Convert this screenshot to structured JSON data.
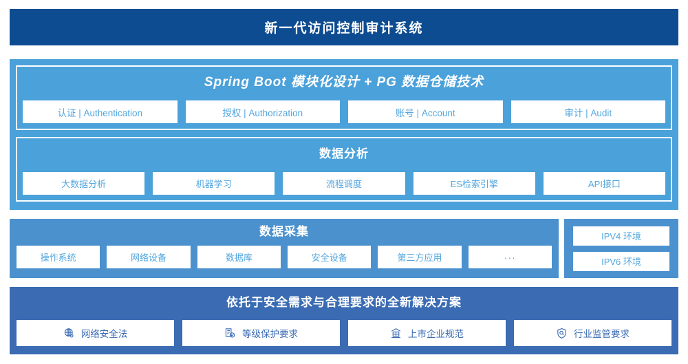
{
  "header": {
    "title": "新一代访问控制审计系统"
  },
  "platform": {
    "title": "Spring Boot 模块化设计 + PG 数据仓储技术",
    "cards": [
      {
        "label": "认证 | Authentication"
      },
      {
        "label": "授权 | Authorization"
      },
      {
        "label": "账号 | Account"
      },
      {
        "label": "审计 | Audit"
      }
    ]
  },
  "analysis": {
    "title": "数据分析",
    "cards": [
      {
        "label": "大数据分析"
      },
      {
        "label": "机器学习"
      },
      {
        "label": "流程调度"
      },
      {
        "label": "ES检索引擎"
      },
      {
        "label": "API接口"
      }
    ]
  },
  "collection": {
    "title": "数据采集",
    "cards": [
      {
        "label": "操作系统"
      },
      {
        "label": "网络设备"
      },
      {
        "label": "数据库"
      },
      {
        "label": "安全设备"
      },
      {
        "label": "第三方应用"
      },
      {
        "label": "···"
      }
    ]
  },
  "environments": {
    "cards": [
      {
        "label": "IPV4 环境"
      },
      {
        "label": "IPV6 环境"
      }
    ]
  },
  "solutions": {
    "title": "依托于安全需求与合理要求的全新解决方案",
    "cards": [
      {
        "label": "网络安全法",
        "icon": "globe-icon"
      },
      {
        "label": "等级保护要求",
        "icon": "document-check-icon"
      },
      {
        "label": "上市企业规范",
        "icon": "bank-icon"
      },
      {
        "label": "行业监管要求",
        "icon": "shield-search-icon"
      }
    ]
  },
  "colors": {
    "header_blue": "#0D4C91",
    "panel_light_blue": "#4BA1DA",
    "panel_mid_blue": "#4B91CE",
    "panel_dark_blue": "#3A6BB3",
    "card_white": "#FFFFFF",
    "card_text_blue": "#53A6DE",
    "solution_text_blue": "#3A6BB3"
  }
}
